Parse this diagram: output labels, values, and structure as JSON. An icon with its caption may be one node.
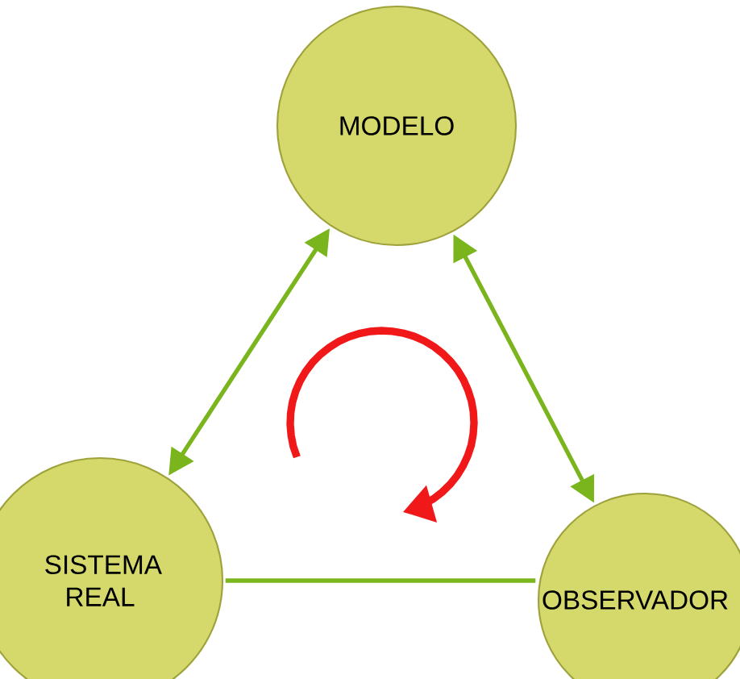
{
  "diagram": {
    "nodes": [
      {
        "text": [
          "MODELO"
        ]
      },
      {
        "text": [
          "SISTEMA REAL"
        ]
      },
      {
        "text": [
          "OBSERVADOR"
        ]
      }
    ],
    "edges": [
      {
        "from": 0,
        "to": 1,
        "arrow": "both"
      },
      {
        "from": 0,
        "to": 2,
        "arrow": "both"
      },
      {
        "from": 1,
        "to": 2,
        "arrow": "none"
      }
    ]
  }
}
